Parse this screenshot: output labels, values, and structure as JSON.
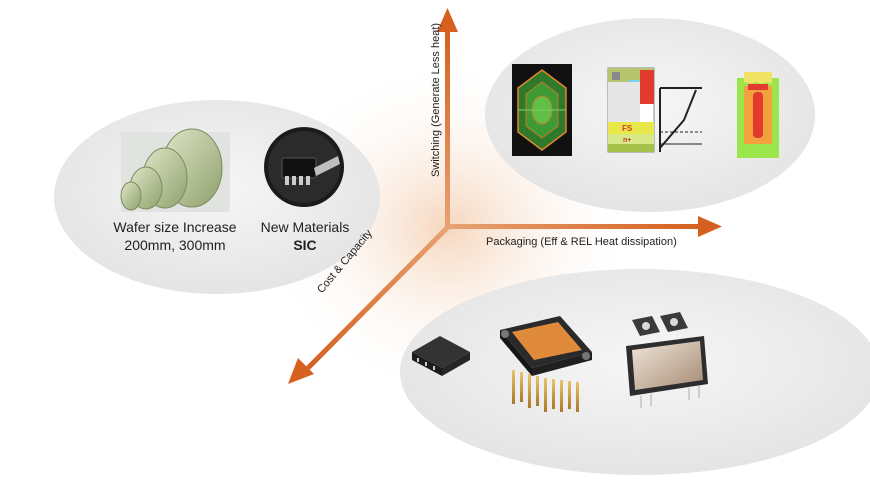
{
  "axes": {
    "vertical": "Switching (Generate Less heat)",
    "horizontal": "Packaging (Eff & REL Heat dissipation)",
    "diagonal": "Cost & Capacity"
  },
  "left_group": {
    "wafer_caption_line1": "Wafer size Increase",
    "wafer_caption_line2": "200mm, 300mm",
    "material_caption_line1": "New Materials",
    "material_caption_line2": "SIC"
  },
  "top_right_group": {
    "layer_label_fs": "FS",
    "layer_label_n": "n+"
  },
  "colors": {
    "axis_orange": "#d9692a",
    "ellipse_gray": "#ececec",
    "chip_green": "#2f7a2a",
    "die_orange": "#e08a3c"
  }
}
